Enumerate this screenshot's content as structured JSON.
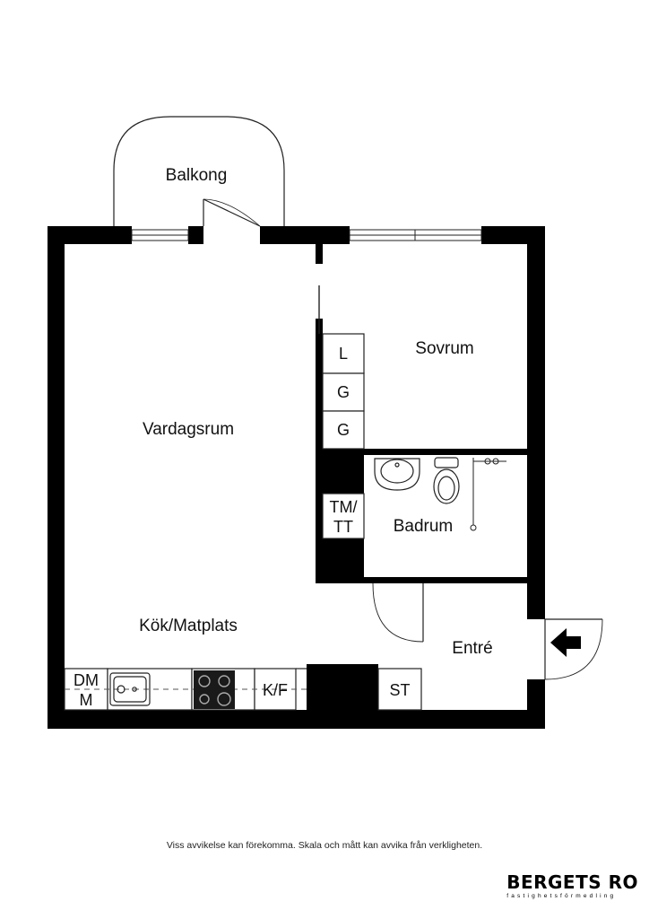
{
  "rooms": {
    "balcony": "Balkong",
    "living_room": "Vardagsrum",
    "bedroom": "Sovrum",
    "bathroom": "Badrum",
    "kitchen": "Kök/Matplats",
    "entrance": "Entré"
  },
  "fixtures": {
    "wardrobe_l": "L",
    "wardrobe_g1": "G",
    "wardrobe_g2": "G",
    "washer_line1": "TM/",
    "washer_line2": "TT",
    "dishwasher_line1": "DM",
    "dishwasher_line2": "M",
    "fridge": "K/F",
    "storage": "ST"
  },
  "footer": {
    "disclaimer": "Viss avvikelse kan förekomma. Skala och mått kan avvika från verkligheten.",
    "brand_name": "BERGETS RO",
    "brand_tagline": "fastighetsförmedling"
  }
}
